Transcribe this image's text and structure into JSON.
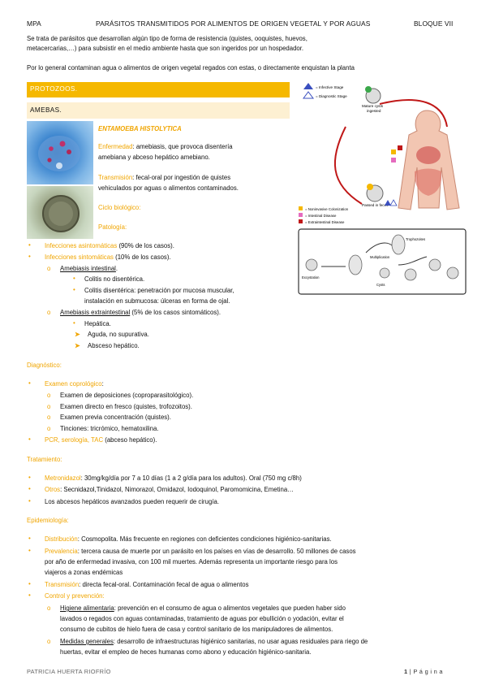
{
  "header": {
    "left": "MPA",
    "center": "PARÁSITOS TRANSMITIDOS POR ALIMENTOS DE ORIGEN VEGETAL Y POR AGUAS",
    "right": "BLOQUE VII"
  },
  "intro": {
    "p1_l1": "Se trata de parásitos que desarrollan algún tipo de forma de resistencia (quistes, ooquistes, huevos,",
    "p1_l2": "metacercarias,…) para subsistir en el medio ambiente hasta que son ingeridos por un hospedador.",
    "p2": "Por lo general contaminan agua o alimentos de origen vegetal regados con estas, o directamente enquistan la planta"
  },
  "sections": {
    "protozoos": "PROTOZOOS.",
    "amebas": "AMEBAS."
  },
  "entamoeba": {
    "title": "ENTAMOEBA HISTOLYTICA",
    "enfermedad_label": "Enfermedad",
    "enfermedad_l1": ": amebiasis, que provoca disentería",
    "enfermedad_l2": "amebiana y abceso hepático amebiano.",
    "transmision_label": "Transmisión",
    "transmision_l1": ": fecal-oral por ingestión de quistes",
    "transmision_l2": "vehiculados por aguas o alimentos contaminados.",
    "ciclo": "Ciclo biológico:",
    "patologia": "Patología:"
  },
  "patologia": {
    "asint_label": "Infecciones asintomáticas",
    "asint_rest": " (90% de los casos).",
    "sint_label": "Infecciones sintomáticas",
    "sint_rest": " (10% de los casos).",
    "intestinal": "Amebiasis intestinal",
    "intestinal_dot": ".",
    "colitis_no": "Colitis no disentérica.",
    "colitis_dis_l1": "Colitis disentérica: penetración por mucosa muscular,",
    "colitis_dis_l2": "instalación en submucosa: úlceras en forma de ojal.",
    "extra": "Amebiasis extraintestinal",
    "extra_rest": " (5% de los casos sintomáticos).",
    "hepatica": "Hepática.",
    "aguda": "Aguda, no supurativa.",
    "absceso": "Absceso hepático."
  },
  "diagnostico": {
    "title": "Diagnóstico:",
    "copro_label": "Examen coprológico",
    "copro_colon": ":",
    "items": [
      "Examen de deposiciones (coproparasitológico).",
      "Examen directo en fresco (quistes, trofozoitos).",
      "Examen previa concentración (quistes).",
      "Tinciones: tricrómico, hematoxilina."
    ],
    "pcr_label": "PCR, serología, TAC",
    "pcr_rest": " (abceso hepático)."
  },
  "tratamiento": {
    "title": "Tratamiento:",
    "metro_label": "Metronidazol",
    "metro_rest": ": 30mg/kg/día por 7 a 10 días (1 a 2 g/día para los adultos). Oral (750 mg c/8h)",
    "otros_label": "Otros",
    "otros_rest": ": Secnidazol,Tinidazol, Nimorazol, Ornidazol, Iodoquinol, Paromomicina, Emetina…",
    "abcesos": "Los abcesos hepáticos avanzados pueden requerir de cirugía."
  },
  "epidemiologia": {
    "title": "Epidemiología:",
    "distrib_label": "Distribución",
    "distrib_rest": ": Cosmopolita. Más frecuente en regiones con deficientes condiciones higiénico-sanitarias.",
    "preval_label": "Prevalencia",
    "preval_l1": ": tercera causa de muerte por un parásito en los países en vías de desarrollo. 50 millones de casos",
    "preval_l2": "por año de enfermedad invasiva, con 100 mil muertes. Además representa un importante riesgo para los",
    "preval_l3": "viajeros a zonas endémicas",
    "transm_label": "Transmisión",
    "transm_rest": ": directa fecal-oral. Contaminación fecal de agua o alimentos",
    "control_label": "Control y prevención",
    "control_colon": ":",
    "higiene_label": "Higiene alimentaria",
    "higiene_l1": ": prevención en el consumo de agua o alimentos vegetales que pueden haber sido",
    "higiene_l2": "lavados o regados con aguas contaminadas, tratamiento de aguas por ebullición o yodación, evitar el",
    "higiene_l3": "consumo de cubitos de hielo fuera de casa y control sanitario de los manipuladores de alimentos.",
    "medidas_label": "Medidas generales",
    "medidas_l1": ": desarrollo de infraestructuras higiénico sanitarias, no usar aguas residuales para riego de",
    "medidas_l2": "huertas, evitar el empleo de heces humanas como abono y educación higiénico-sanitaria."
  },
  "diagram": {
    "legend_infective": "= Infective Stage",
    "legend_diagnostic": "= Diagnostic Stage",
    "mature_cysts": "Mature cysts",
    "ingested": "ingested",
    "passed_feces": "Passed in feces",
    "key_a": "= Noninvasive Colonization",
    "key_b": "= Intestinal Disease",
    "key_c": "= Extraintestinal Disease",
    "trophozoites": "Trophozoites",
    "excystation": "Excystation",
    "multiplication": "Multiplication",
    "cysts": "Cysts"
  },
  "footer": {
    "author": "PATRICIA HUERTA RIOFRÍO",
    "page_num": "1",
    "page_word": "| P á g i n a"
  },
  "colors": {
    "accent": "#f5b800",
    "accent_text": "#f0a500",
    "light_bar": "#fdf0d2"
  }
}
